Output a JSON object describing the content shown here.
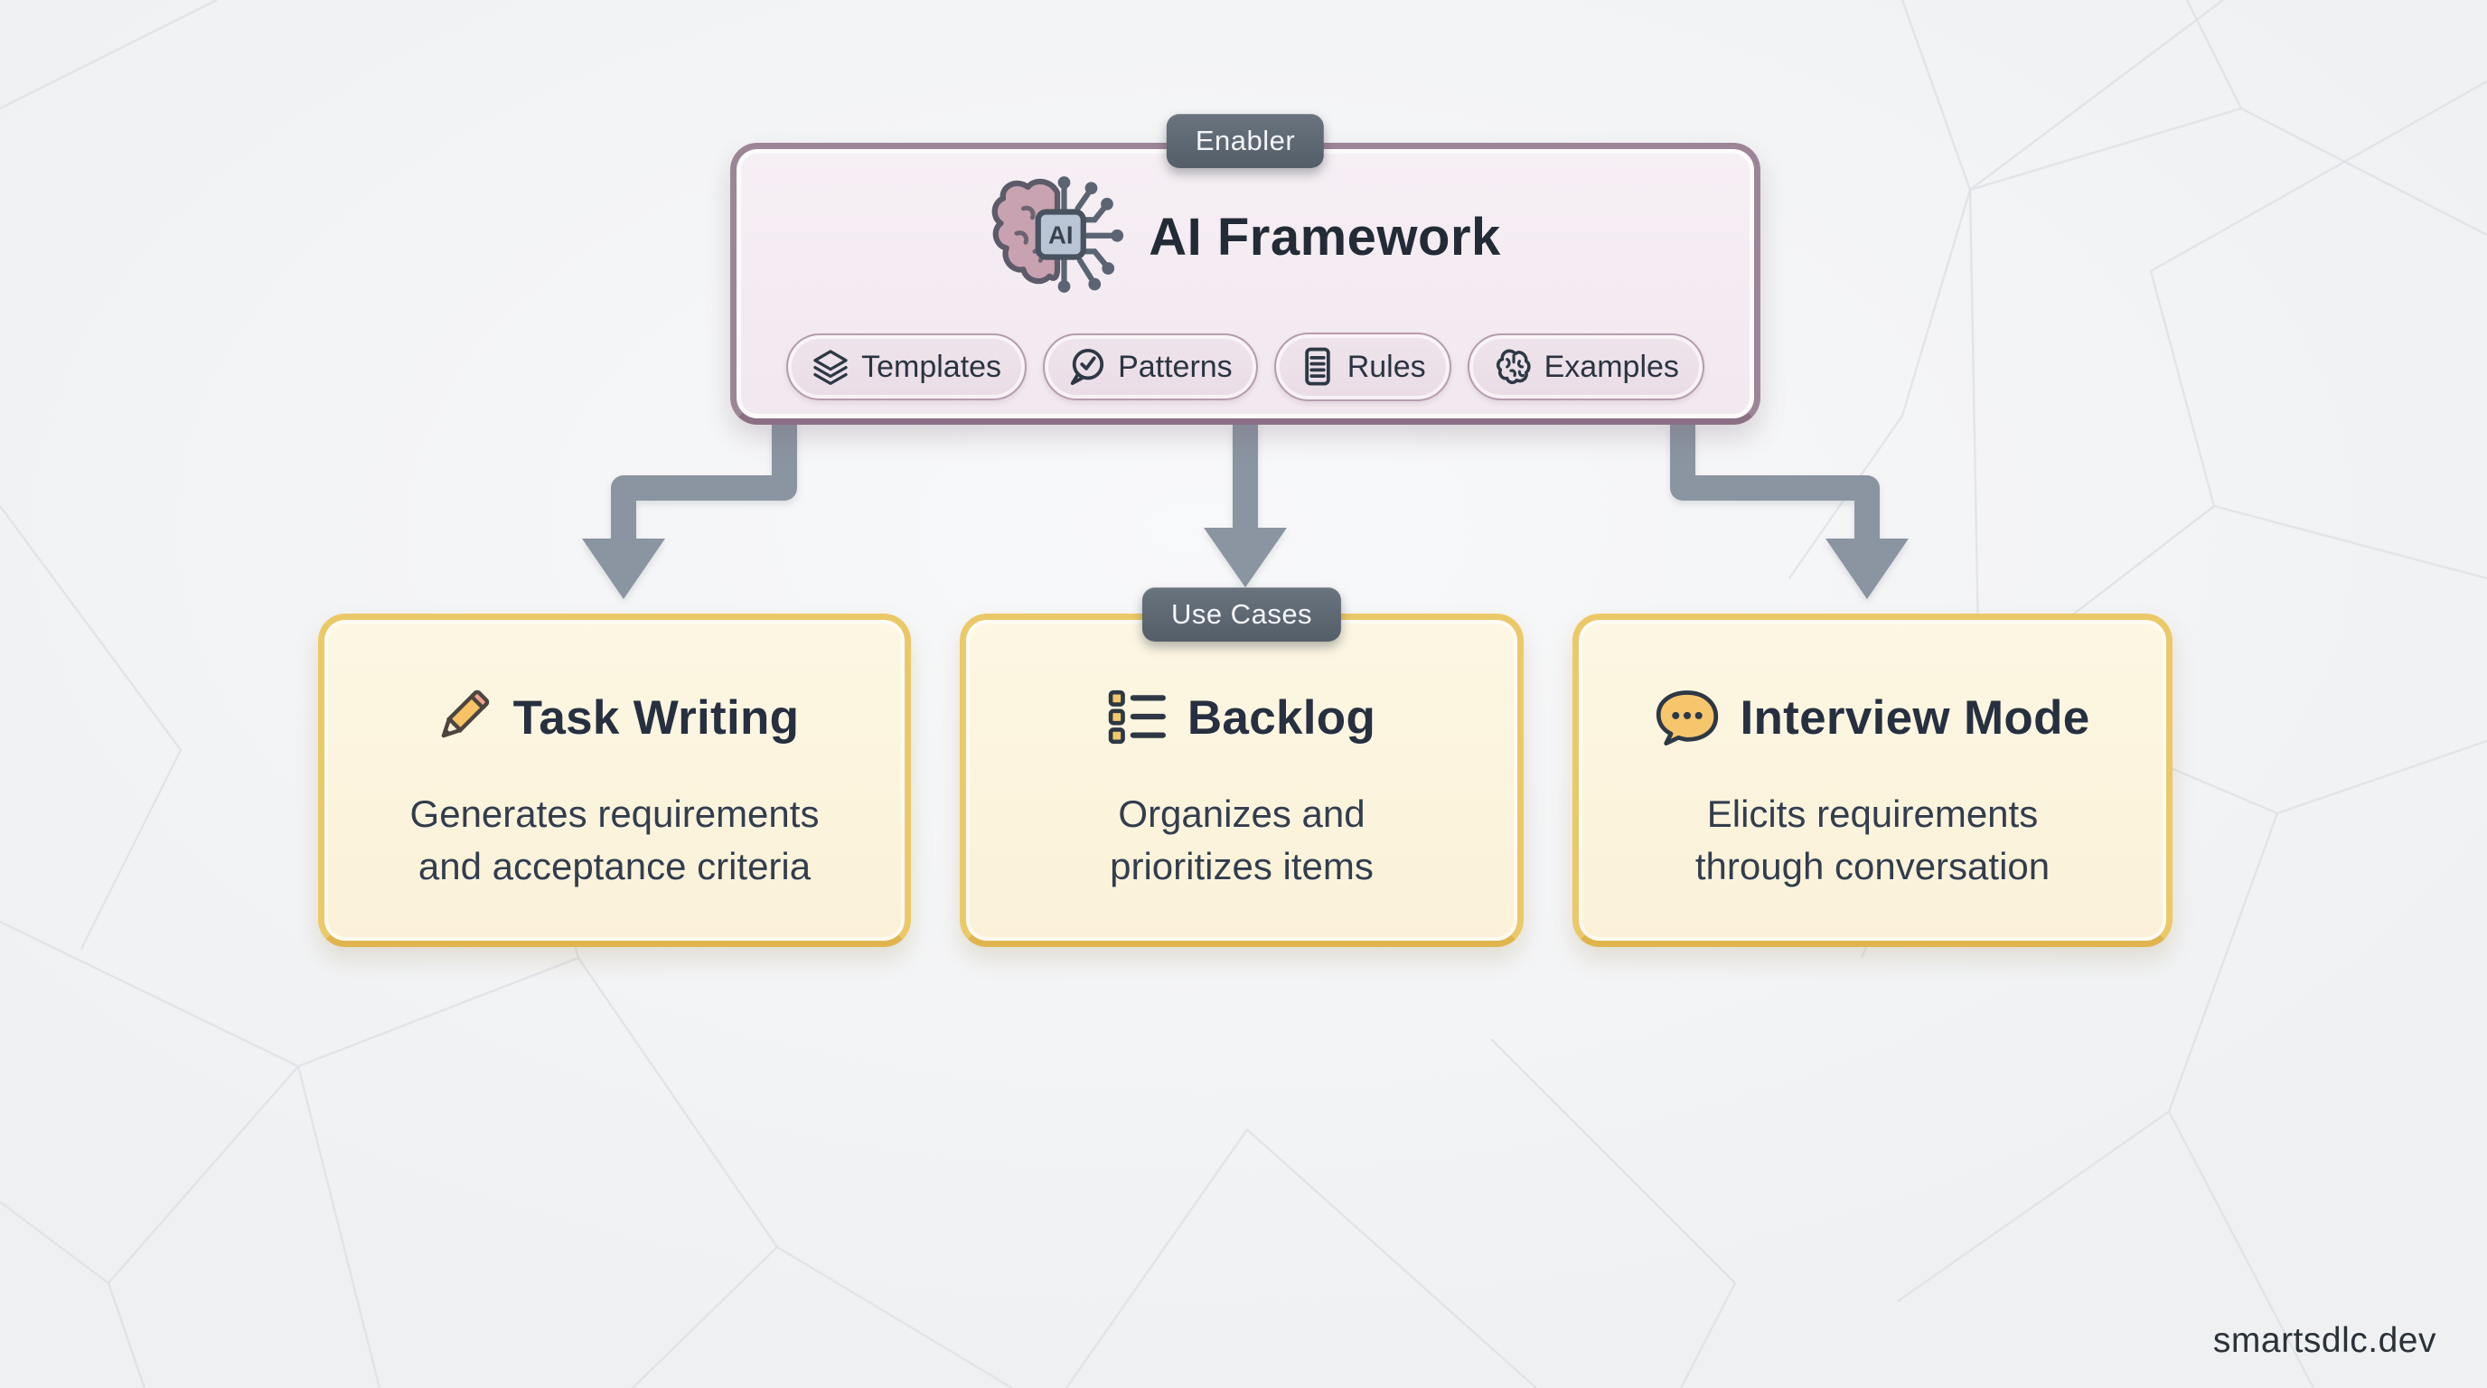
{
  "page": {
    "watermark": "smartsdlc.dev"
  },
  "colors": {
    "background": "#f2f3f5",
    "enabler_fill": "#f4ecf2",
    "enabler_border": "#9d8598",
    "tag_bg": "#5d6771",
    "tag_text": "#f3f5f7",
    "card_fill": "#fcf4de",
    "card_border": "#ecc968",
    "arrow": "#8b95a1",
    "heading_text": "#232b37",
    "body_text": "#333d4c"
  },
  "enabler": {
    "tag": "Enabler",
    "title": "AI Framework",
    "title_icon": "ai-brain-chip-icon",
    "badges": [
      {
        "label": "Templates",
        "icon": "layers-icon"
      },
      {
        "label": "Patterns",
        "icon": "chat-check-icon"
      },
      {
        "label": "Rules",
        "icon": "document-lines-icon"
      },
      {
        "label": "Examples",
        "icon": "brain-icon"
      }
    ]
  },
  "use_cases": {
    "tag": "Use Cases",
    "cards": [
      {
        "title": "Task Writing",
        "icon": "pencil-icon",
        "desc_line1": "Generates requirements",
        "desc_line2": "and acceptance criteria"
      },
      {
        "title": "Backlog",
        "icon": "checklist-icon",
        "desc_line1": "Organizes and",
        "desc_line2": "prioritizes items"
      },
      {
        "title": "Interview Mode",
        "icon": "speech-bubble-icon",
        "desc_line1": "Elicits requirements",
        "desc_line2": "through conversation"
      }
    ]
  }
}
